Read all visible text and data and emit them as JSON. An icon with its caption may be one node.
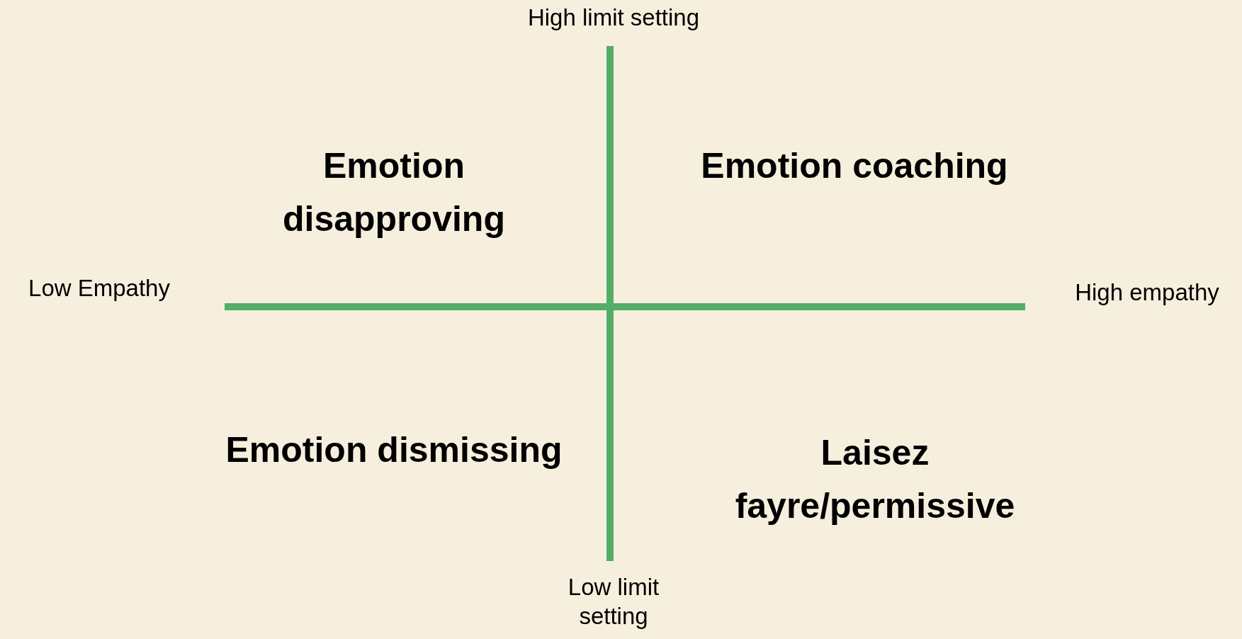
{
  "diagram": {
    "labels": [
      "High limit setting",
      "Emotion disapproving",
      "Emotion coaching",
      "Low Empathy",
      "High empathy",
      "Emotion dismissing",
      "Laisez fayre/permissive",
      "Low limit setting"
    ]
  }
}
